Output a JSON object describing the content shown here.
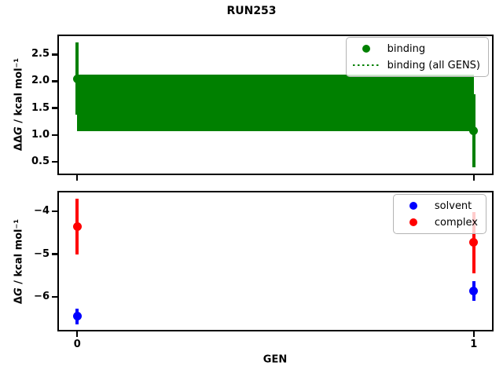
{
  "title": "RUN253",
  "colors": {
    "binding": "#008000",
    "solvent": "#0000ff",
    "complex": "#ff0000",
    "spine": "#000000",
    "background": "#ffffff"
  },
  "chart_data": [
    {
      "type": "scatter",
      "subplot": "top",
      "ylabel": "ΔΔG / kcal mol⁻¹",
      "ylabel_parts": {
        "delta": "ΔΔ",
        "g": "G",
        "rest": " / kcal mol⁻¹"
      },
      "xlabel": "",
      "xlim": [
        -0.05,
        1.05
      ],
      "ylim": [
        0.25,
        2.87
      ],
      "yticks": [
        0.5,
        1.0,
        1.5,
        2.0,
        2.5
      ],
      "ytick_labels": [
        "0.5",
        "1.0",
        "1.5",
        "2.0",
        "2.5"
      ],
      "xticks": [
        0,
        1
      ],
      "xtick_labels": [
        "0",
        "1"
      ],
      "grid": false,
      "series": [
        {
          "name": "binding",
          "color": "#008000",
          "marker": "circle",
          "points": [
            {
              "x": 0,
              "y": 2.05,
              "yerr": 0.67
            },
            {
              "x": 1,
              "y": 1.08,
              "yerr": 0.68
            }
          ]
        }
      ],
      "band": {
        "name": "binding (all GENS)",
        "color": "#008000",
        "linestyle": "dotted",
        "mean": 1.59,
        "y_lo": 1.07,
        "y_hi": 2.12,
        "x_range": [
          0,
          1
        ]
      },
      "legend": {
        "position": "upper right",
        "entries": [
          {
            "label": "binding",
            "marker": "circle",
            "color": "#008000"
          },
          {
            "label": "binding (all GENS)",
            "marker": "dotted-line",
            "color": "#008000"
          }
        ]
      }
    },
    {
      "type": "scatter",
      "subplot": "bottom",
      "ylabel": "ΔG / kcal mol⁻¹",
      "ylabel_parts": {
        "delta": "Δ",
        "g": "G",
        "rest": " / kcal mol⁻¹"
      },
      "xlabel": "GEN",
      "xlim": [
        -0.05,
        1.05
      ],
      "ylim": [
        -6.81,
        -3.52
      ],
      "yticks": [
        -6,
        -5,
        -4
      ],
      "ytick_labels": [
        "−6",
        "−5",
        "−4"
      ],
      "xticks": [
        0,
        1
      ],
      "xtick_labels": [
        "0",
        "1"
      ],
      "grid": false,
      "series": [
        {
          "name": "solvent",
          "color": "#0000ff",
          "marker": "circle",
          "points": [
            {
              "x": 0,
              "y": -6.46,
              "yerr": 0.19
            },
            {
              "x": 1,
              "y": -5.87,
              "yerr": 0.23
            }
          ]
        },
        {
          "name": "complex",
          "color": "#ff0000",
          "marker": "circle",
          "points": [
            {
              "x": 0,
              "y": -4.35,
              "yerr": 0.65
            },
            {
              "x": 1,
              "y": -4.73,
              "yerr": 0.72
            }
          ]
        }
      ],
      "legend": {
        "position": "upper right",
        "entries": [
          {
            "label": "solvent",
            "marker": "circle",
            "color": "#0000ff"
          },
          {
            "label": "complex",
            "marker": "circle",
            "color": "#ff0000"
          }
        ]
      }
    }
  ]
}
